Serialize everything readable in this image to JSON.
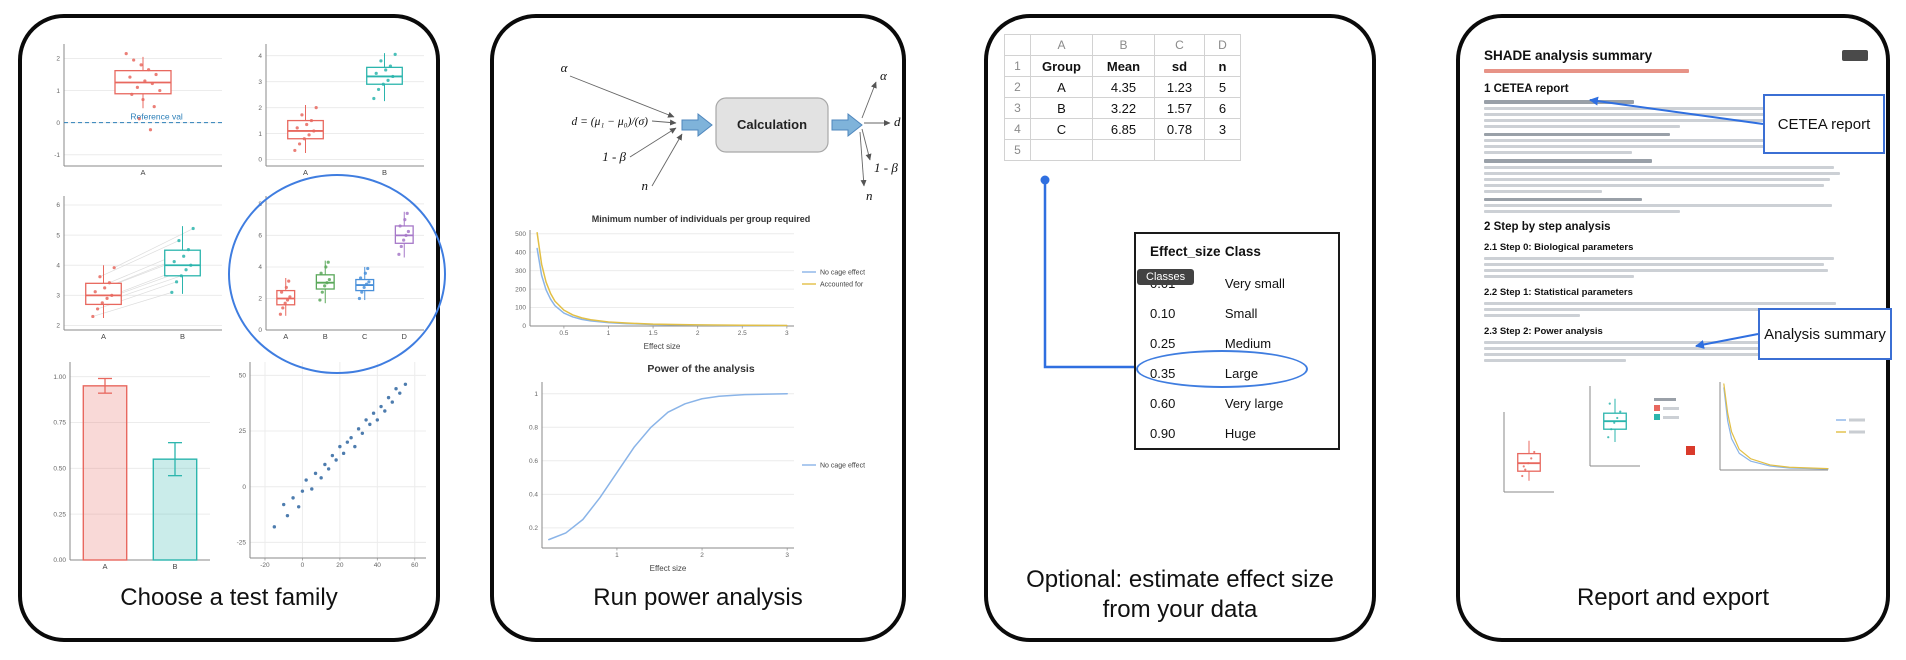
{
  "accent_colors": {
    "blue_highlight": "#3f7de0",
    "arrow_blue": "#2f6fe0",
    "callout_blue": "#3b6fd4",
    "red": "#e8685f",
    "teal": "#2bb5ad",
    "green": "#5aa85a",
    "blue_box": "#4a90d9",
    "purple": "#a678c8",
    "line_blue": "#8ab4e8",
    "line_yellow": "#e2bf45",
    "scatter_blue": "#3a6ea5"
  },
  "panels": {
    "p1": {
      "caption": "Choose a test family"
    },
    "p2": {
      "caption": "Run power analysis",
      "diagram": {
        "box_label": "Calculation",
        "inputs": [
          "α",
          "d = (μ₁ − μ₀)/(σ)",
          "1 - β",
          "n"
        ],
        "outputs": [
          "α",
          "d",
          "1 - β",
          "n"
        ]
      }
    },
    "p3": {
      "caption": "Optional: estimate effect size from your data",
      "spreadsheet": {
        "col_letters": [
          "A",
          "B",
          "C",
          "D"
        ],
        "row_numbers": [
          "1",
          "2",
          "3",
          "4",
          "5"
        ],
        "rows": [
          [
            "Group",
            "Mean",
            "sd",
            "n"
          ],
          [
            "A",
            "4.35",
            "1.23",
            "5"
          ],
          [
            "B",
            "3.22",
            "1.57",
            "6"
          ],
          [
            "C",
            "6.85",
            "0.78",
            "3"
          ],
          [
            "",
            "",
            "",
            ""
          ]
        ]
      },
      "effect_table": {
        "headers": [
          "Effect_size",
          "Class"
        ],
        "tooltip": "Classes",
        "highlighted_row": 3,
        "rows": [
          [
            "0.01",
            "Very small"
          ],
          [
            "0.10",
            "Small"
          ],
          [
            "0.25",
            "Medium"
          ],
          [
            "0.35",
            "Large"
          ],
          [
            "0.60",
            "Very large"
          ],
          [
            "0.90",
            "Huge"
          ]
        ]
      }
    },
    "p4": {
      "caption": "Report and export",
      "report": {
        "title": "SHADE analysis summary",
        "section1": "1 CETEA report",
        "section2": "2 Step by step analysis",
        "sub1": "2.1 Step 0: Biological parameters",
        "sub2": "2.2 Step 1: Statistical parameters",
        "sub3": "2.3 Step 2: Power analysis"
      },
      "callouts": {
        "cetea": "CETEA report",
        "analysis": "Analysis summary"
      }
    }
  },
  "chart_data": [
    {
      "id": "p1-box-ref",
      "type": "box",
      "ylim": [
        -1.35,
        2.45
      ],
      "yticks": [
        -1,
        0,
        1,
        2
      ],
      "ref_line": {
        "y": 0,
        "label": "Reference val",
        "color": "#2c7fb8"
      },
      "categories": [
        {
          "label": "A",
          "color": "#e8685f",
          "lo": 0.45,
          "q1": 0.9,
          "med": 1.25,
          "q3": 1.62,
          "hi": 2.05,
          "points": [
            2.15,
            1.95,
            1.8,
            1.65,
            1.5,
            1.42,
            1.3,
            1.22,
            1.1,
            1.0,
            0.88,
            0.72,
            0.5,
            0.12,
            -0.22
          ]
        }
      ]
    },
    {
      "id": "p1-box-two",
      "type": "box",
      "ylim": [
        -0.25,
        4.45
      ],
      "yticks": [
        0,
        1,
        2,
        3,
        4
      ],
      "categories": [
        {
          "label": "A",
          "color": "#e8685f",
          "lo": 0.25,
          "q1": 0.8,
          "med": 1.1,
          "q3": 1.5,
          "hi": 2.1,
          "points": [
            0.35,
            0.6,
            0.8,
            0.95,
            1.1,
            1.22,
            1.35,
            1.5,
            1.72,
            2.0
          ]
        },
        {
          "label": "B",
          "color": "#2bb5ad",
          "lo": 2.25,
          "q1": 2.9,
          "med": 3.2,
          "q3": 3.55,
          "hi": 4.1,
          "points": [
            2.35,
            2.7,
            2.9,
            3.05,
            3.2,
            3.32,
            3.45,
            3.6,
            3.8,
            4.05
          ]
        }
      ]
    },
    {
      "id": "p1-box-paired",
      "type": "box",
      "paired": true,
      "ylim": [
        1.85,
        6.3
      ],
      "yticks": [
        2,
        3,
        4,
        5,
        6
      ],
      "categories": [
        {
          "label": "A",
          "color": "#e8685f",
          "lo": 2.25,
          "q1": 2.7,
          "med": 3.0,
          "q3": 3.4,
          "hi": 4.0,
          "points": [
            2.3,
            2.55,
            2.75,
            2.9,
            3.0,
            3.12,
            3.25,
            3.42,
            3.62,
            3.92
          ]
        },
        {
          "label": "B",
          "color": "#2bb5ad",
          "lo": 3.05,
          "q1": 3.65,
          "med": 4.0,
          "q3": 4.5,
          "hi": 5.3,
          "points": [
            3.1,
            3.45,
            3.65,
            3.85,
            4.0,
            4.12,
            4.3,
            4.52,
            4.82,
            5.22
          ]
        }
      ]
    },
    {
      "id": "p1-box-four",
      "type": "box",
      "ylim": [
        0,
        8.5
      ],
      "yticks": [
        0,
        2,
        4,
        6,
        8
      ],
      "categories": [
        {
          "label": "A",
          "color": "#e8685f",
          "lo": 0.9,
          "q1": 1.6,
          "med": 2.0,
          "q3": 2.5,
          "hi": 3.3,
          "points": [
            1.0,
            1.4,
            1.7,
            1.9,
            2.1,
            2.4,
            2.7,
            3.1
          ]
        },
        {
          "label": "B",
          "color": "#5aa85a",
          "lo": 1.7,
          "q1": 2.6,
          "med": 3.0,
          "q3": 3.5,
          "hi": 4.4,
          "points": [
            1.9,
            2.4,
            2.8,
            3.0,
            3.2,
            3.6,
            4.0,
            4.3
          ]
        },
        {
          "label": "C",
          "color": "#4a90d9",
          "lo": 1.9,
          "q1": 2.5,
          "med": 2.85,
          "q3": 3.2,
          "hi": 4.0,
          "points": [
            2.0,
            2.4,
            2.7,
            2.9,
            3.05,
            3.3,
            3.6,
            3.9
          ]
        },
        {
          "label": "D",
          "color": "#a678c8",
          "lo": 4.6,
          "q1": 5.5,
          "med": 6.0,
          "q3": 6.6,
          "hi": 7.5,
          "points": [
            4.8,
            5.3,
            5.7,
            6.0,
            6.25,
            6.6,
            7.0,
            7.4
          ]
        }
      ]
    },
    {
      "id": "p1-bar",
      "type": "bar",
      "ylim": [
        0,
        1.08
      ],
      "yticks": [
        0,
        0.25,
        0.5,
        0.75,
        1
      ],
      "ytick_labels": [
        "0.00",
        "0.25",
        "0.50",
        "0.75",
        "1.00"
      ],
      "margins": {
        "l": 32,
        "r": 8,
        "t": 8,
        "b": 18
      },
      "bars": [
        {
          "label": "A",
          "color": "#e8685f",
          "value": 0.95,
          "err": 0.04
        },
        {
          "label": "B",
          "color": "#2bb5ad",
          "value": 0.55,
          "err": 0.09
        }
      ]
    },
    {
      "id": "p1-scatter",
      "type": "scatter",
      "color": "#3a6ea5",
      "xlim": [
        -28,
        66
      ],
      "ylim": [
        -32,
        56
      ],
      "xticks": [
        -20,
        0,
        20,
        40,
        60
      ],
      "yticks": [
        -25,
        0,
        25,
        50
      ],
      "margins": {
        "l": 28,
        "r": 8,
        "t": 8,
        "b": 20
      },
      "points": [
        [
          -15,
          -18
        ],
        [
          -10,
          -8
        ],
        [
          -8,
          -13
        ],
        [
          -5,
          -5
        ],
        [
          -2,
          -9
        ],
        [
          0,
          -2
        ],
        [
          2,
          3
        ],
        [
          5,
          -1
        ],
        [
          7,
          6
        ],
        [
          10,
          4
        ],
        [
          12,
          10
        ],
        [
          14,
          8
        ],
        [
          16,
          14
        ],
        [
          18,
          12
        ],
        [
          20,
          18
        ],
        [
          22,
          15
        ],
        [
          24,
          20
        ],
        [
          26,
          22
        ],
        [
          28,
          18
        ],
        [
          30,
          26
        ],
        [
          32,
          24
        ],
        [
          34,
          30
        ],
        [
          36,
          28
        ],
        [
          38,
          33
        ],
        [
          40,
          30
        ],
        [
          42,
          36
        ],
        [
          44,
          34
        ],
        [
          46,
          40
        ],
        [
          48,
          38
        ],
        [
          50,
          44
        ],
        [
          52,
          42
        ],
        [
          55,
          46
        ]
      ]
    },
    {
      "id": "p2-min-n",
      "type": "line",
      "title": "Minimum number of individuals per group required",
      "xlabel": "Effect size",
      "legend": true,
      "xlim": [
        0.12,
        3.08
      ],
      "ylim": [
        0,
        520
      ],
      "xticks": [
        0.5,
        1,
        1.5,
        2,
        2.5,
        3
      ],
      "yticks": [
        0,
        100,
        200,
        300,
        400,
        500
      ],
      "margins": {
        "l": 32,
        "r": 110,
        "t": 18,
        "b": 28
      },
      "series": [
        {
          "name": "No cage effect",
          "color": "#8ab4e8",
          "points": [
            [
              0.2,
              420
            ],
            [
              0.25,
              275
            ],
            [
              0.3,
              196
            ],
            [
              0.35,
              146
            ],
            [
              0.4,
              110
            ],
            [
              0.5,
              70
            ],
            [
              0.6,
              49
            ],
            [
              0.7,
              36
            ],
            [
              0.8,
              28
            ],
            [
              1.0,
              18
            ],
            [
              1.2,
              13
            ],
            [
              1.5,
              8
            ],
            [
              2.0,
              5
            ],
            [
              2.5,
              3
            ],
            [
              3.0,
              2
            ]
          ]
        },
        {
          "name": "Accounted for",
          "color": "#e2bf45",
          "points": [
            [
              0.2,
              505
            ],
            [
              0.25,
              335
            ],
            [
              0.3,
              238
            ],
            [
              0.35,
              177
            ],
            [
              0.4,
              134
            ],
            [
              0.5,
              86
            ],
            [
              0.6,
              60
            ],
            [
              0.7,
              44
            ],
            [
              0.8,
              34
            ],
            [
              1.0,
              22
            ],
            [
              1.2,
              16
            ],
            [
              1.5,
              10
            ],
            [
              2.0,
              6
            ],
            [
              2.5,
              4
            ],
            [
              3.0,
              3
            ]
          ]
        }
      ]
    },
    {
      "id": "p2-power",
      "type": "line",
      "title": "Power of the analysis",
      "title_fs": 10.5,
      "xlabel": "Effect size",
      "legend": true,
      "xlim": [
        0.12,
        3.08
      ],
      "ylim": [
        0.08,
        1.07
      ],
      "xticks": [
        1,
        2,
        3
      ],
      "yticks": [
        0.2,
        0.4,
        0.6,
        0.8,
        1
      ],
      "margins": {
        "l": 44,
        "r": 110,
        "t": 20,
        "b": 28
      },
      "series": [
        {
          "name": "No cage effect",
          "color": "#8ab4e8",
          "points": [
            [
              0.2,
              0.13
            ],
            [
              0.4,
              0.17
            ],
            [
              0.6,
              0.25
            ],
            [
              0.8,
              0.38
            ],
            [
              1.0,
              0.53
            ],
            [
              1.2,
              0.68
            ],
            [
              1.4,
              0.8
            ],
            [
              1.6,
              0.89
            ],
            [
              1.8,
              0.94
            ],
            [
              2.0,
              0.97
            ],
            [
              2.2,
              0.985
            ],
            [
              2.5,
              0.995
            ],
            [
              3.0,
              1.0
            ]
          ]
        }
      ]
    },
    {
      "id": "p4-box-red",
      "type": "box",
      "mini": true,
      "ylim": [
        0,
        5
      ],
      "margins": {
        "l": 10,
        "r": 4,
        "t": 4,
        "b": 8
      },
      "categories": [
        {
          "label": "",
          "color": "#e8685f",
          "lo": 0.7,
          "q1": 1.3,
          "med": 1.8,
          "q3": 2.4,
          "hi": 3.2,
          "points": [
            1.0,
            1.4,
            1.8,
            2.1,
            2.5,
            1.6
          ]
        }
      ]
    },
    {
      "id": "p4-box-teal",
      "type": "box",
      "mini": true,
      "ylim": [
        0,
        5
      ],
      "margins": {
        "l": 10,
        "r": 4,
        "t": 4,
        "b": 8
      },
      "categories": [
        {
          "label": "",
          "color": "#2bb5ad",
          "lo": 1.5,
          "q1": 2.3,
          "med": 2.8,
          "q3": 3.3,
          "hi": 4.2,
          "points": [
            1.8,
            2.3,
            2.7,
            3.0,
            3.4,
            3.9
          ]
        }
      ]
    },
    {
      "id": "p4-curve",
      "type": "line",
      "mini": true,
      "legend": true,
      "xlim": [
        0.2,
        3.0
      ],
      "ylim": [
        0,
        450
      ],
      "margins": {
        "l": 12,
        "r": 48,
        "t": 6,
        "b": 10
      },
      "series": [
        {
          "name": "",
          "color": "#8ab4e8",
          "points": [
            [
              0.3,
              420
            ],
            [
              0.4,
              250
            ],
            [
              0.5,
              160
            ],
            [
              0.7,
              85
            ],
            [
              1.0,
              45
            ],
            [
              1.5,
              20
            ],
            [
              2.0,
              10
            ],
            [
              3.0,
              5
            ]
          ]
        },
        {
          "name": "",
          "color": "#e2bf45",
          "points": [
            [
              0.3,
              440
            ],
            [
              0.4,
              290
            ],
            [
              0.5,
              195
            ],
            [
              0.7,
              105
            ],
            [
              1.0,
              57
            ],
            [
              1.5,
              26
            ],
            [
              2.0,
              14
            ],
            [
              3.0,
              7
            ]
          ]
        }
      ]
    }
  ]
}
